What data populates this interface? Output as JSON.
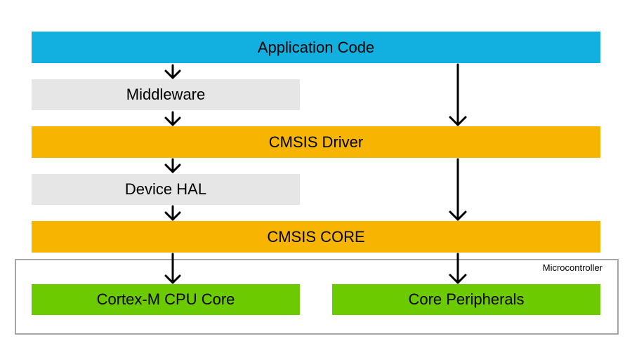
{
  "colors": {
    "application": "#12b0e0",
    "middleware": "#e6e6e6",
    "cmsis": "#f7b400",
    "hardware": "#6ccb00",
    "frame": "#a6a6a6"
  },
  "blocks": {
    "application": "Application Code",
    "middleware": "Middleware",
    "cmsis_driver": "CMSIS Driver",
    "device_hal": "Device HAL",
    "cmsis_core": "CMSIS CORE",
    "cpu_core": "Cortex-M CPU Core",
    "core_peripherals": "Core Peripherals"
  },
  "frame": {
    "label": "Microcontroller"
  },
  "arrows": [
    {
      "from": "application",
      "to": "middleware"
    },
    {
      "from": "middleware",
      "to": "cmsis_driver"
    },
    {
      "from": "cmsis_driver",
      "to": "device_hal"
    },
    {
      "from": "device_hal",
      "to": "cmsis_core"
    },
    {
      "from": "cmsis_core",
      "to": "cpu_core"
    },
    {
      "from": "application",
      "to": "cmsis_driver"
    },
    {
      "from": "cmsis_driver",
      "to": "cmsis_core"
    },
    {
      "from": "cmsis_core",
      "to": "core_peripherals"
    }
  ]
}
